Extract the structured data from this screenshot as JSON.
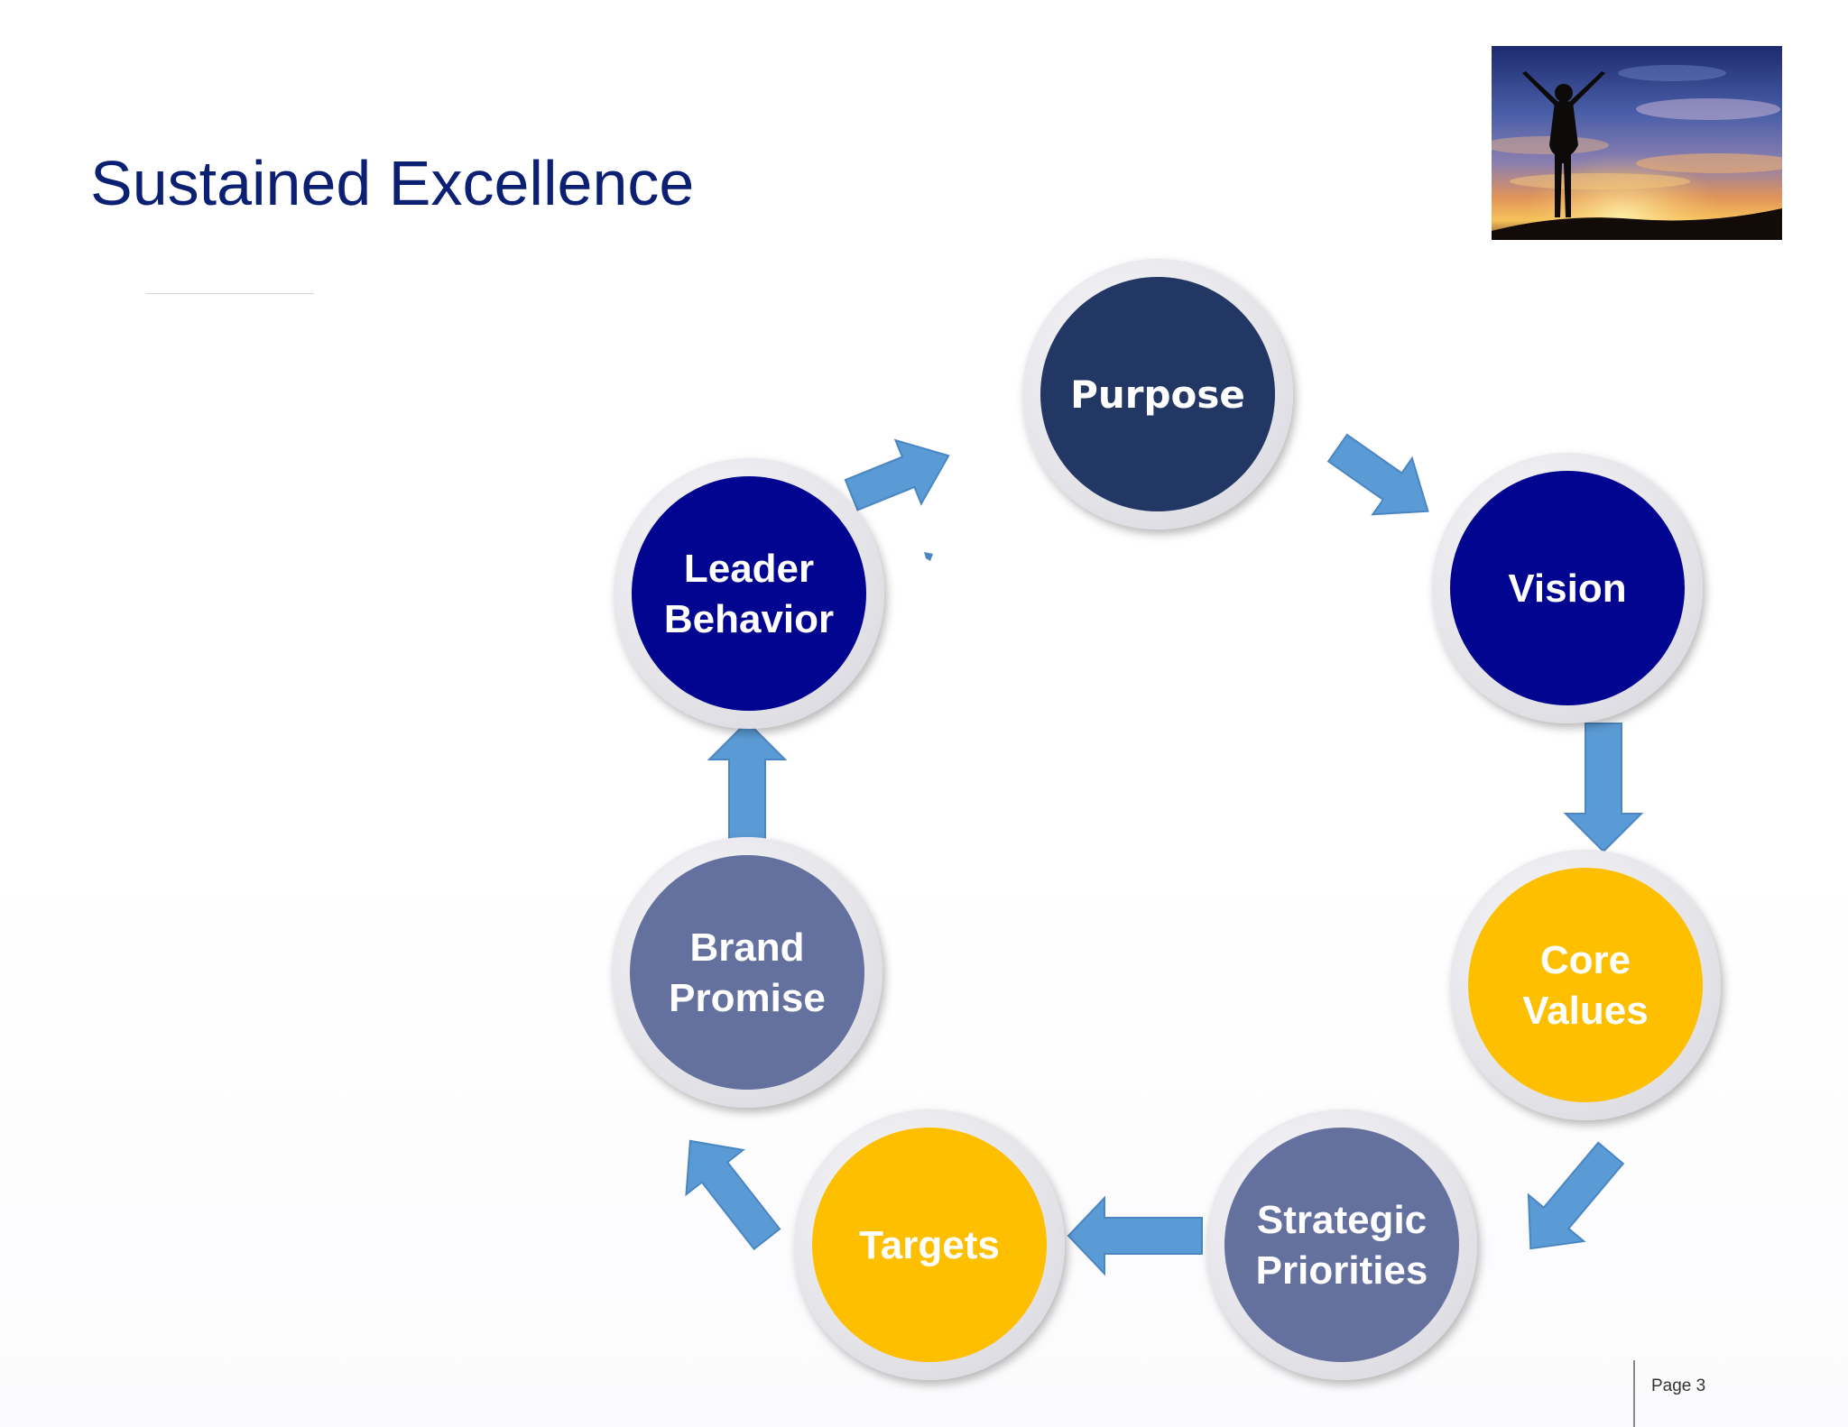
{
  "slide": {
    "title": "Sustained Excellence",
    "page_label": "Page 3"
  },
  "colors": {
    "title": "#0b1f73",
    "navy": "#223763",
    "royal_blue": "#02058f",
    "slate_blue": "#64709e",
    "gold": "#fdbf00",
    "arrow": "#5b9bd5",
    "ring": "#e6e6ea"
  },
  "cycle": {
    "nodes": [
      {
        "id": "purpose",
        "lines": [
          "Purpose"
        ],
        "color": "navy"
      },
      {
        "id": "vision",
        "lines": [
          "Vision"
        ],
        "color": "royal_blue"
      },
      {
        "id": "core-values",
        "lines": [
          "Core",
          "Values"
        ],
        "color": "gold"
      },
      {
        "id": "strategic-priorities",
        "lines": [
          "Strategic",
          "Priorities"
        ],
        "color": "slate_blue"
      },
      {
        "id": "targets",
        "lines": [
          "Targets"
        ],
        "color": "gold"
      },
      {
        "id": "brand-promise",
        "lines": [
          "Brand",
          "Promise"
        ],
        "color": "slate_blue"
      },
      {
        "id": "leader-behavior",
        "lines": [
          "Leader",
          "Behavior"
        ],
        "color": "royal_blue"
      }
    ]
  },
  "photo": {
    "icon": "person-arms-raised-sunset-image"
  }
}
